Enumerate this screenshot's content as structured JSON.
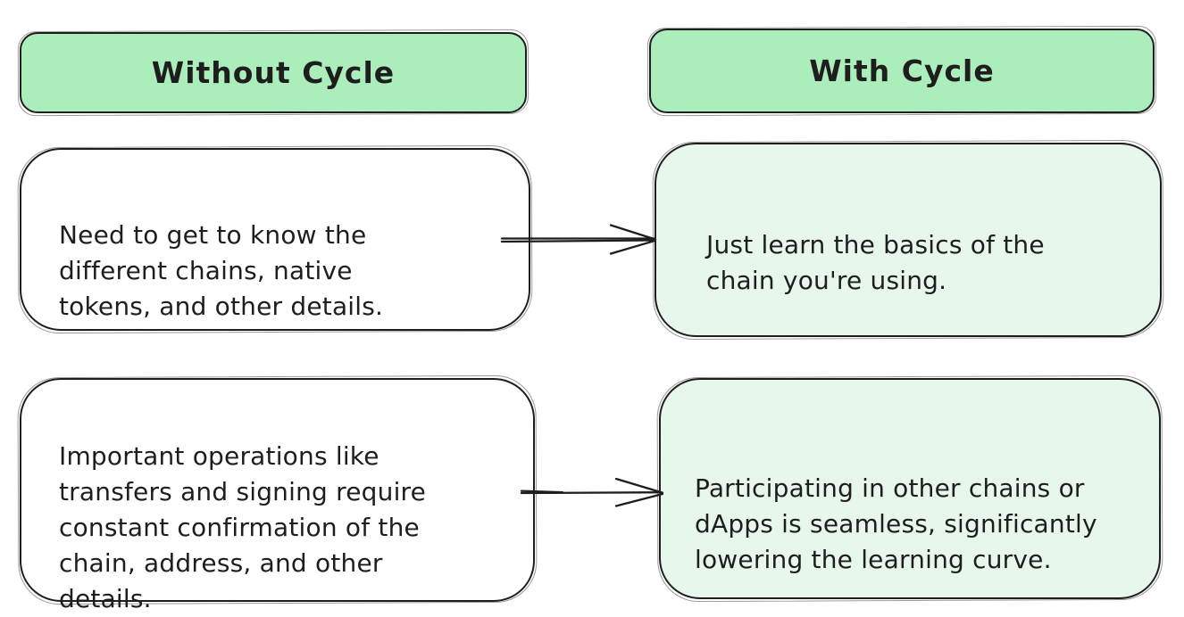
{
  "diagram": {
    "columns": {
      "without": {
        "title": "Without Cycle"
      },
      "with": {
        "title": "With Cycle"
      }
    },
    "rows": [
      {
        "without": "Need to get to know the\ndifferent chains, native\ntokens, and other details.",
        "with": "Just learn the basics of the\nchain you're using."
      },
      {
        "without": "Important operations like\ntransfers and signing require\nconstant confirmation of the\nchain, address, and other\ndetails.",
        "with": "Participating in other chains or\ndApps is seamless, significantly\nlowering the learning curve."
      }
    ],
    "icons": {
      "row_connector": "arrow-right"
    },
    "colors": {
      "header_fill": "#abeebb",
      "with_card_fill": "#e8f7ec",
      "without_card_fill": "#ffffff",
      "stroke": "#1e1e1e",
      "canvas": "#ffffff"
    }
  }
}
